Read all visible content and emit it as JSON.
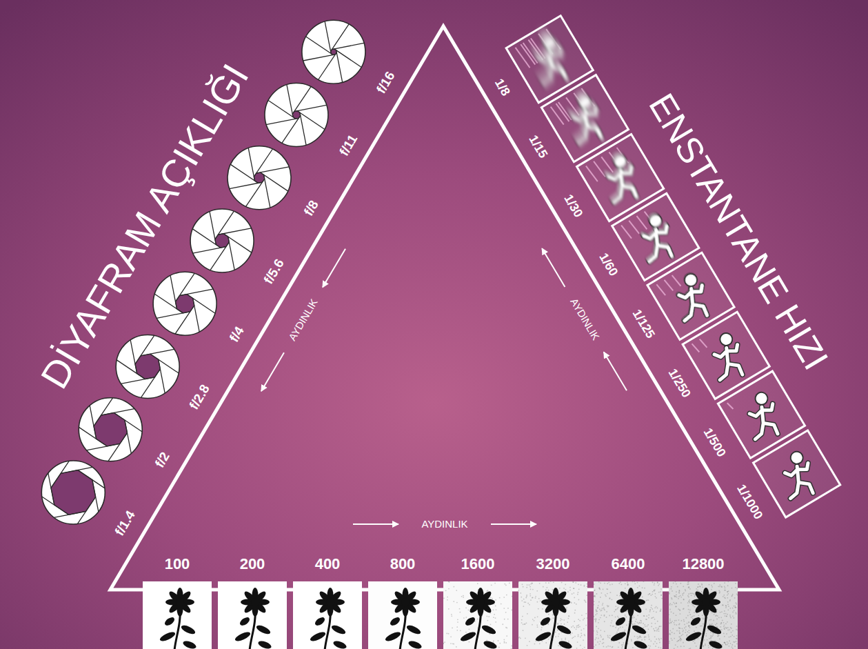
{
  "diagram": {
    "labels": [
      "DİYAFRAM AÇIKLIĞI",
      "f/1.4",
      "f/2",
      "f/2.8",
      "f/4",
      "f/5.6",
      "f/8",
      "f/11",
      "f/16",
      "ENSTANTANE HIZI",
      "1/8",
      "1/15",
      "1/30",
      "1/60",
      "1/125",
      "1/250",
      "1/500",
      "1/1000",
      "AYDINLIK",
      "AYDINLIK",
      "AYDINLIK",
      "100",
      "200",
      "400",
      "800",
      "1600",
      "3200",
      "6400",
      "12800"
    ]
  }
}
